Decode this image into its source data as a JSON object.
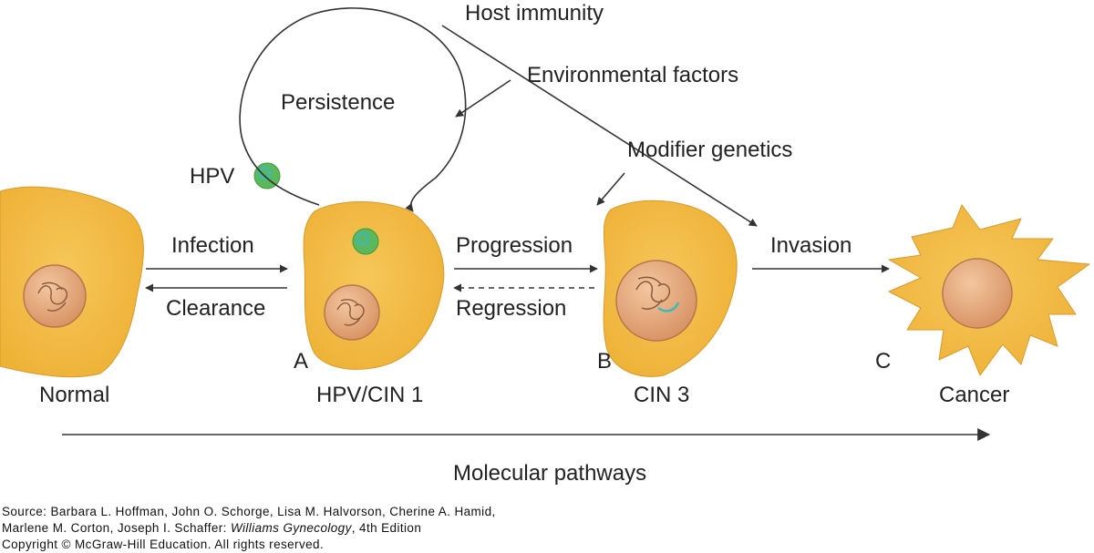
{
  "factors": {
    "host_immunity": "Host immunity",
    "environmental": "Environmental factors",
    "persistence": "Persistence",
    "modifier_genetics": "Modifier genetics",
    "hpv": "HPV"
  },
  "transitions": {
    "infection": "Infection",
    "clearance": "Clearance",
    "progression": "Progression",
    "regression": "Regression",
    "invasion": "Invasion"
  },
  "stages": {
    "normal": "Normal",
    "hpv_cin1": "HPV/CIN 1",
    "cin3": "CIN 3",
    "cancer": "Cancer",
    "letter_a": "A",
    "letter_b": "B",
    "letter_c": "C"
  },
  "bottom_axis": "Molecular pathways",
  "source": {
    "line1": "Source: Barbara L. Hoffman, John O. Schorge, Lisa M. Halvorson, Cherine A. Hamid,",
    "line2_prefix": "Marlene M. Corton, Joseph I. Schaffer: ",
    "line2_title": "Williams Gynecology",
    "line2_suffix": ", 4th Edition",
    "line3": "Copyright © McGraw-Hill Education. All rights reserved."
  },
  "colors": {
    "cell_fill": "#f2bd45",
    "nucleus_fill": "#e8a87c",
    "virus_outer": "#5cb85c",
    "virus_inner": "#3fb8b8",
    "line": "#333333"
  }
}
